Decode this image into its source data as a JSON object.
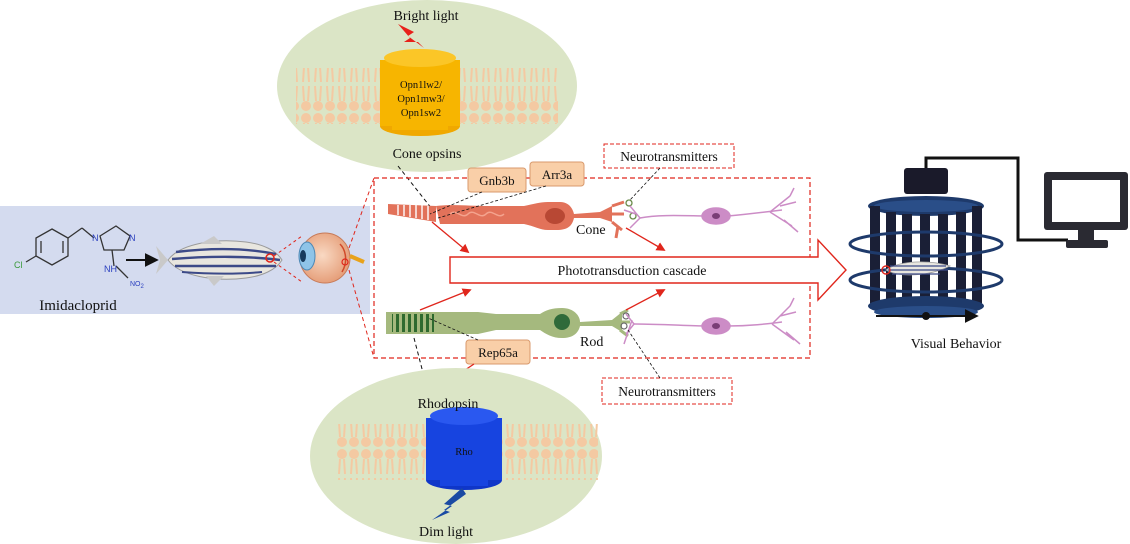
{
  "exposure": {
    "compound_label": "Imidacloprid",
    "formula_parts": {
      "chloro": "Cl",
      "nitrogen": "N",
      "nh": "NH",
      "no2": "NO",
      "no2_sub": "2",
      "hydrogen": "H"
    }
  },
  "cone_panel": {
    "light": "Bright light",
    "opsin_text": [
      "Opn1lw2/",
      "Opn1mw3/",
      "Opn1sw2"
    ],
    "title": "Cone opsins"
  },
  "rod_panel": {
    "title": "Rhodopsin",
    "opsin_text": "Rho",
    "light": "Dim light"
  },
  "retina": {
    "cone_label": "Cone",
    "rod_label": "Rod",
    "genes_cone": [
      "Gnb3b",
      "Arr3a"
    ],
    "gene_rod": "Rep65a",
    "neurotransmitters_top": "Neurotransmitters",
    "neurotransmitters_bottom": "Neurotransmitters",
    "cascade_label": "Phototransduction cascade"
  },
  "behavior": {
    "label": "Visual Behavior"
  },
  "colors": {
    "panel_bg": "#dbe5c6",
    "exposure_bg": "#d4dbef",
    "membrane": "#f4c9a2",
    "cone_opsin": "#f7b500",
    "rhodopsin": "#1744e0",
    "cone_cell": "#e2725a",
    "rod_cell": "#a5b97e",
    "neuron": "#cc8cc6",
    "gene_box": "#f9cfa8",
    "arrow_red": "#e0261c",
    "apparatus": "#1e3a6b",
    "bolt_red": "#e8201a",
    "bolt_blue": "#1a4aa3"
  }
}
